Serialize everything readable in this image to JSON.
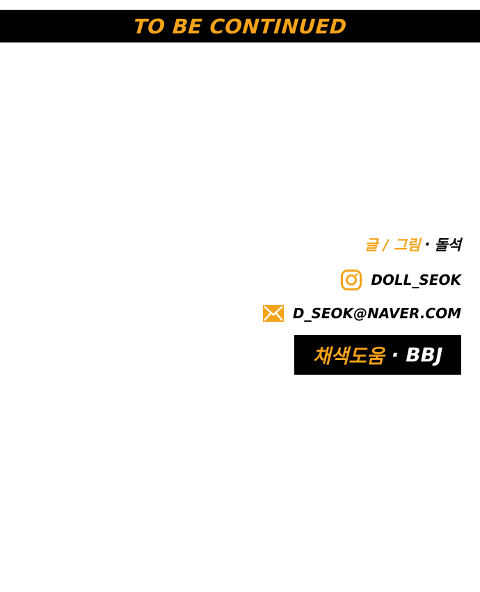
{
  "banner": {
    "text": "TO BE CONTINUED"
  },
  "credits": {
    "author_label": "글 / 그림",
    "separator": "·",
    "author_name": "돌석",
    "instagram_icon": "instagram-icon",
    "instagram_handle": "DOLL_SEOK",
    "mail_icon": "envelope-icon",
    "email": "D_SEOK@NAVER.COM",
    "color_label": "채색도움",
    "color_separator": "·",
    "color_name": "BBJ"
  },
  "colors": {
    "accent": "#f5a31a",
    "background": "#ffffff",
    "bar": "#000000"
  }
}
